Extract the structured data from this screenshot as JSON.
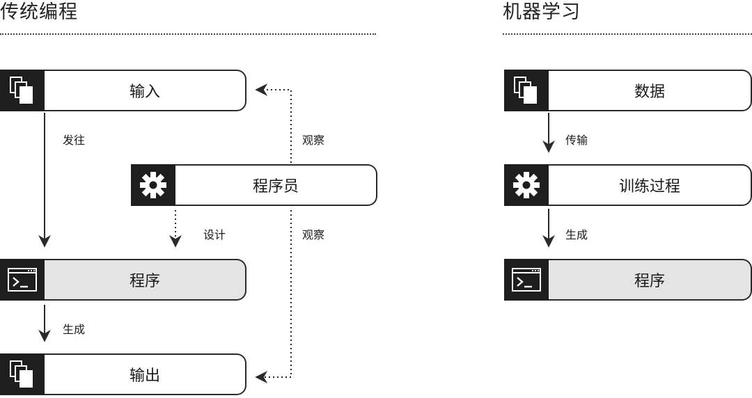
{
  "traditional": {
    "title": "传统编程",
    "input_label": "输入",
    "programmer_label": "程序员",
    "program_label": "程序",
    "output_label": "输出",
    "edge_send": "发往",
    "edge_observe_top": "观察",
    "edge_design": "设计",
    "edge_observe_bottom": "观察",
    "edge_generate": "生成"
  },
  "ml": {
    "title": "机器学习",
    "data_label": "数据",
    "training_label": "训练过程",
    "program_label": "程序",
    "edge_transfer": "传输",
    "edge_generate": "生成"
  },
  "icons": {
    "input": "documents-icon",
    "programmer": "gear-icon",
    "program": "terminal-icon",
    "output": "documents-icon",
    "data": "documents-icon",
    "training": "gear-icon",
    "ml_program": "terminal-icon"
  },
  "colors": {
    "icon_background": "#1e1e1e",
    "program_box_fill": "#e4e4e4",
    "box_fill": "#ffffff",
    "stroke": "#2a2a2a"
  }
}
